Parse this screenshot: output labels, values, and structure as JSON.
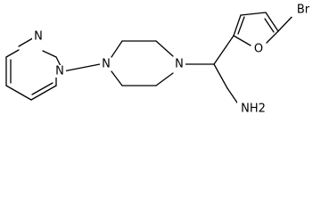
{
  "molecule": {
    "atom_labels": {
      "pyrimidine_n1": "N",
      "pyrimidine_n3": "N",
      "piperazine_n4": "N",
      "piperazine_n1": "N",
      "furan_o": "O",
      "bromine": "Br",
      "amine": "NH2"
    }
  }
}
